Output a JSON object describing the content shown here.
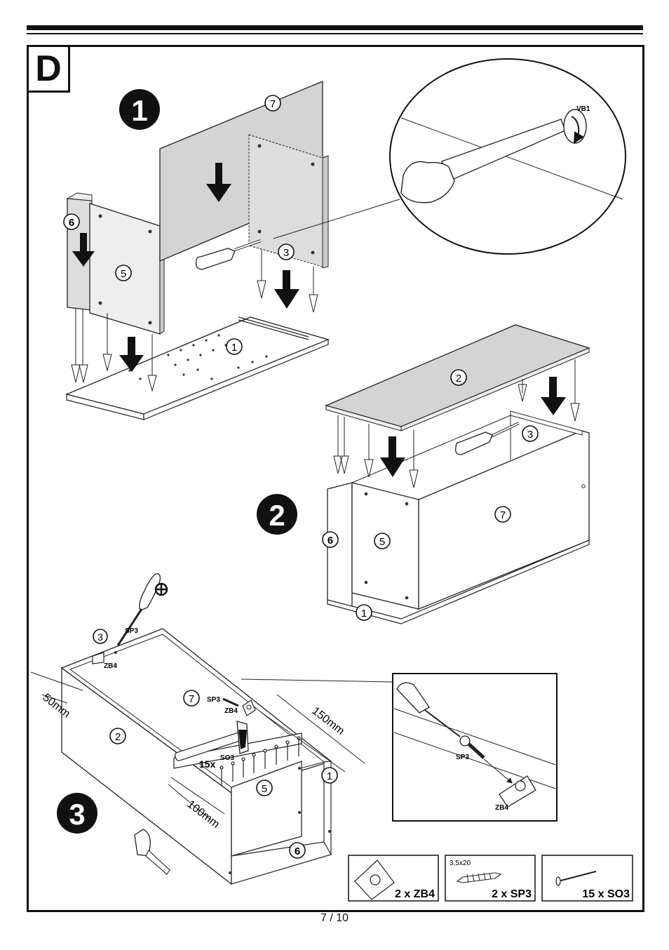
{
  "page_number": "7 / 10",
  "section_letter": "D",
  "steps": [
    {
      "number": "1"
    },
    {
      "number": "2"
    },
    {
      "number": "3"
    }
  ],
  "part_labels": {
    "p1": "1",
    "p2": "2",
    "p3": "3",
    "p5": "5",
    "p6": "6",
    "p7": "7"
  },
  "hardware_labels": {
    "vb1": "VB1",
    "sp3": "SP3",
    "zb4": "ZB4",
    "so3": "SO3",
    "nail_count": "15x"
  },
  "dimensions": {
    "d50": "50mm",
    "d150": "150mm",
    "d100": "100mm"
  },
  "parts_list": [
    {
      "icon": "corner-block-icon",
      "label": "2 x ZB4"
    },
    {
      "icon": "screw-icon",
      "label": "2 x SP3",
      "size": "3,5x20"
    },
    {
      "icon": "nail-icon",
      "label": "15 x SO3"
    }
  ]
}
